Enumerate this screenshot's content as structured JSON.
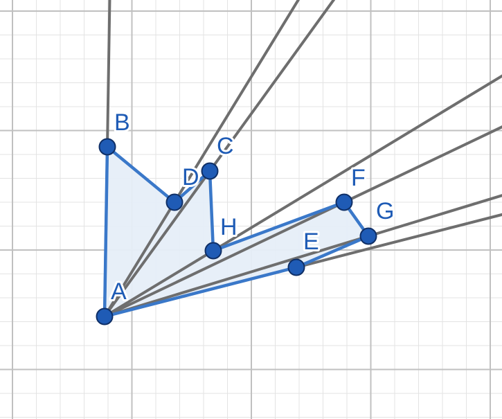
{
  "colors": {
    "background": "#ffffff",
    "grid_minor": "#e3e3e3",
    "grid_major": "#c0c0c0",
    "ray": "#6e6e6e",
    "polygon_fill": "#e6eef8",
    "polygon_edge": "#3a78c9",
    "point_fill": "#1f5bb5",
    "point_stroke": "#0f2f66"
  },
  "points": [
    {
      "name": "A",
      "label": "A"
    },
    {
      "name": "B",
      "label": "B"
    },
    {
      "name": "C",
      "label": "C"
    },
    {
      "name": "D",
      "label": "D"
    },
    {
      "name": "E",
      "label": "E"
    },
    {
      "name": "F",
      "label": "F"
    },
    {
      "name": "G",
      "label": "G"
    },
    {
      "name": "H",
      "label": "H"
    }
  ],
  "polygon_order": [
    "A",
    "B",
    "D",
    "C",
    "H",
    "F",
    "G",
    "E"
  ],
  "rays_from_A_through": [
    "B",
    "C",
    "D",
    "H",
    "F",
    "G",
    "E"
  ]
}
